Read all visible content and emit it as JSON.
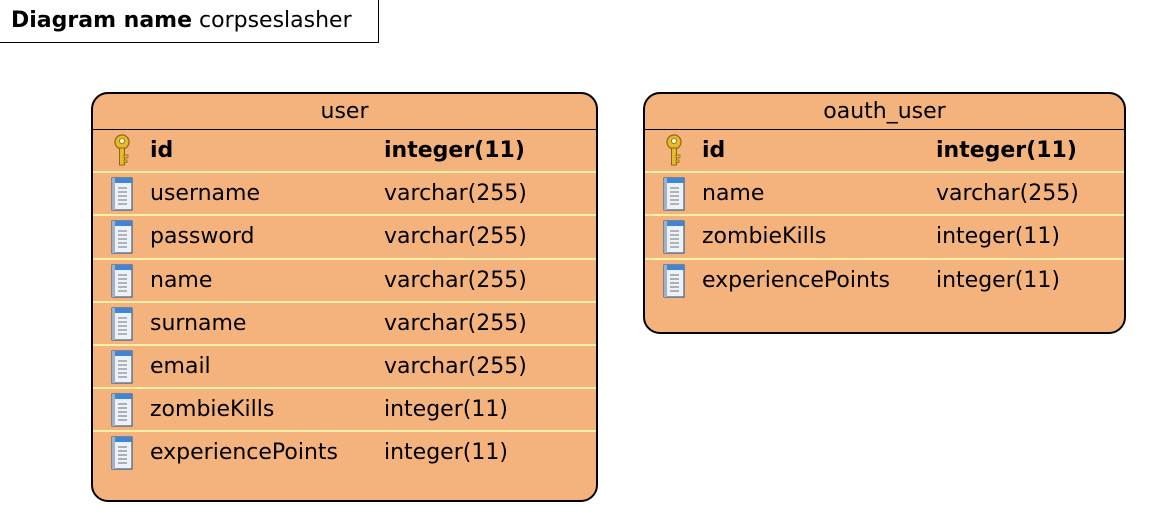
{
  "diagram": {
    "label": "Diagram name",
    "name": "corpseslasher"
  },
  "entities": [
    {
      "title": "user",
      "columns": [
        {
          "name": "id",
          "type": "integer(11)",
          "primary_key": true,
          "icon": "primary-key-icon"
        },
        {
          "name": "username",
          "type": "varchar(255)",
          "primary_key": false,
          "icon": "column-icon"
        },
        {
          "name": "password",
          "type": "varchar(255)",
          "primary_key": false,
          "icon": "column-icon"
        },
        {
          "name": "name",
          "type": "varchar(255)",
          "primary_key": false,
          "icon": "column-icon"
        },
        {
          "name": "surname",
          "type": "varchar(255)",
          "primary_key": false,
          "icon": "column-icon"
        },
        {
          "name": "email",
          "type": "varchar(255)",
          "primary_key": false,
          "icon": "column-icon"
        },
        {
          "name": "zombieKills",
          "type": "integer(11)",
          "primary_key": false,
          "icon": "column-icon"
        },
        {
          "name": "experiencePoints",
          "type": "integer(11)",
          "primary_key": false,
          "icon": "column-icon"
        }
      ]
    },
    {
      "title": "oauth_user",
      "columns": [
        {
          "name": "id",
          "type": "integer(11)",
          "primary_key": true,
          "icon": "primary-key-icon"
        },
        {
          "name": "name",
          "type": "varchar(255)",
          "primary_key": false,
          "icon": "column-icon"
        },
        {
          "name": "zombieKills",
          "type": "integer(11)",
          "primary_key": false,
          "icon": "column-icon"
        },
        {
          "name": "experiencePoints",
          "type": "integer(11)",
          "primary_key": false,
          "icon": "column-icon"
        }
      ]
    }
  ],
  "colors": {
    "entity_fill": "#f4b37c",
    "row_divider": "#fbf0a4",
    "border": "#000000",
    "key_icon": "#e8b92c",
    "column_icon": "#3f86d6"
  }
}
